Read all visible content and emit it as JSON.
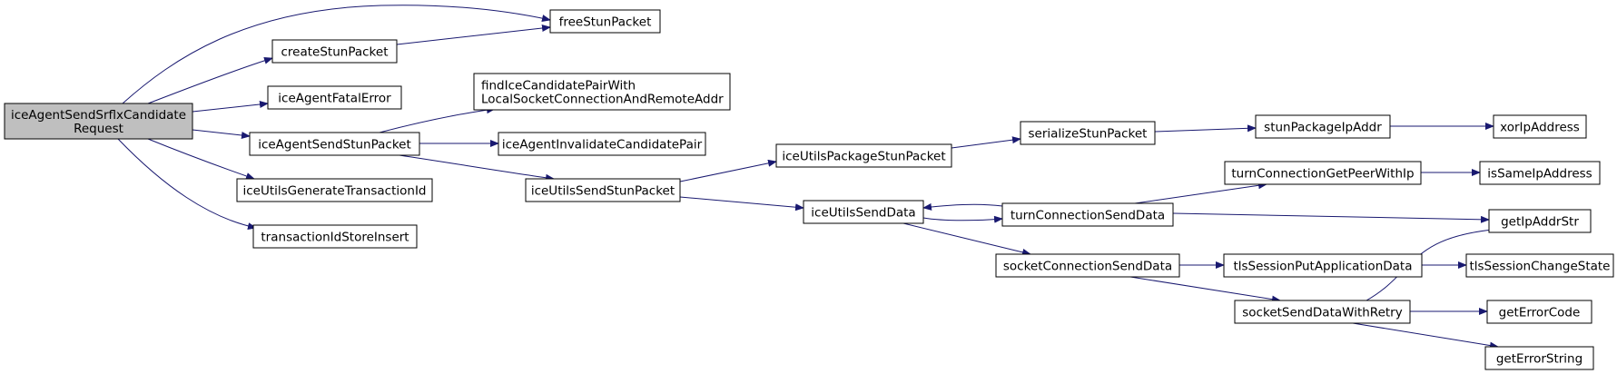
{
  "colors": {
    "node_border": "#000000",
    "node_fill": "#ffffff",
    "root_fill": "#bfbfbf",
    "edge": "#191970"
  },
  "nodes": {
    "root": {
      "lines": [
        "iceAgentSendSrflxCandidate",
        "Request"
      ]
    },
    "free_stun_packet": {
      "lines": [
        "freeStunPacket"
      ]
    },
    "create_stun_packet": {
      "lines": [
        "createStunPacket"
      ]
    },
    "ice_agent_fatal_error": {
      "lines": [
        "iceAgentFatalError"
      ]
    },
    "ice_agent_send_stun_packet": {
      "lines": [
        "iceAgentSendStunPacket"
      ]
    },
    "ice_utils_generate_transaction_id": {
      "lines": [
        "iceUtilsGenerateTransactionId"
      ]
    },
    "transaction_id_store_insert": {
      "lines": [
        "transactionIdStoreInsert"
      ]
    },
    "find_ice_candidate_pair": {
      "lines": [
        "findIceCandidatePairWith",
        "LocalSocketConnectionAndRemoteAddr"
      ]
    },
    "ice_agent_invalidate_candidate_pair": {
      "lines": [
        "iceAgentInvalidateCandidatePair"
      ]
    },
    "ice_utils_send_stun_packet": {
      "lines": [
        "iceUtilsSendStunPacket"
      ]
    },
    "ice_utils_package_stun_packet": {
      "lines": [
        "iceUtilsPackageStunPacket"
      ]
    },
    "ice_utils_send_data": {
      "lines": [
        "iceUtilsSendData"
      ]
    },
    "serialize_stun_packet": {
      "lines": [
        "serializeStunPacket"
      ]
    },
    "turn_connection_send_data": {
      "lines": [
        "turnConnectionSendData"
      ]
    },
    "socket_connection_send_data": {
      "lines": [
        "socketConnectionSendData"
      ]
    },
    "stun_package_ip_addr": {
      "lines": [
        "stunPackageIpAddr"
      ]
    },
    "turn_connection_get_peer_with_ip": {
      "lines": [
        "turnConnectionGetPeerWithIp"
      ]
    },
    "tls_session_put_application_data": {
      "lines": [
        "tlsSessionPutApplicationData"
      ]
    },
    "socket_send_data_with_retry": {
      "lines": [
        "socketSendDataWithRetry"
      ]
    },
    "xor_ip_address": {
      "lines": [
        "xorIpAddress"
      ]
    },
    "is_same_ip_address": {
      "lines": [
        "isSameIpAddress"
      ]
    },
    "get_ip_addr_str": {
      "lines": [
        "getIpAddrStr"
      ]
    },
    "tls_session_change_state": {
      "lines": [
        "tlsSessionChangeState"
      ]
    },
    "get_error_code": {
      "lines": [
        "getErrorCode"
      ]
    },
    "get_error_string": {
      "lines": [
        "getErrorString"
      ]
    }
  }
}
